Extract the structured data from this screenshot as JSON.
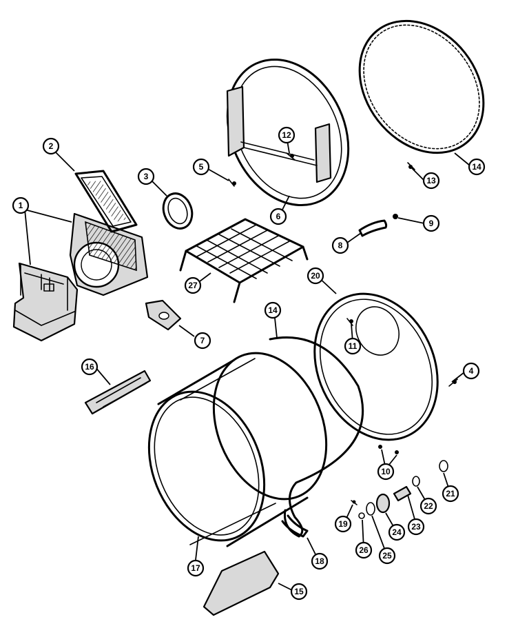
{
  "callouts": [
    {
      "id": "c1",
      "label": "1"
    },
    {
      "id": "c2",
      "label": "2"
    },
    {
      "id": "c3",
      "label": "3"
    },
    {
      "id": "c4",
      "label": "4"
    },
    {
      "id": "c5",
      "label": "5"
    },
    {
      "id": "c6",
      "label": "6"
    },
    {
      "id": "c7",
      "label": "7"
    },
    {
      "id": "c8",
      "label": "8"
    },
    {
      "id": "c9",
      "label": "9"
    },
    {
      "id": "c10",
      "label": "10"
    },
    {
      "id": "c11",
      "label": "11"
    },
    {
      "id": "c12",
      "label": "12"
    },
    {
      "id": "c13",
      "label": "13"
    },
    {
      "id": "c14a",
      "label": "14"
    },
    {
      "id": "c14b",
      "label": "14"
    },
    {
      "id": "c15",
      "label": "15"
    },
    {
      "id": "c16",
      "label": "16"
    },
    {
      "id": "c17",
      "label": "17"
    },
    {
      "id": "c18",
      "label": "18"
    },
    {
      "id": "c19",
      "label": "19"
    },
    {
      "id": "c20",
      "label": "20"
    },
    {
      "id": "c21",
      "label": "21"
    },
    {
      "id": "c22",
      "label": "22"
    },
    {
      "id": "c23",
      "label": "23"
    },
    {
      "id": "c24",
      "label": "24"
    },
    {
      "id": "c25",
      "label": "25"
    },
    {
      "id": "c26",
      "label": "26"
    },
    {
      "id": "c27",
      "label": "27"
    }
  ]
}
